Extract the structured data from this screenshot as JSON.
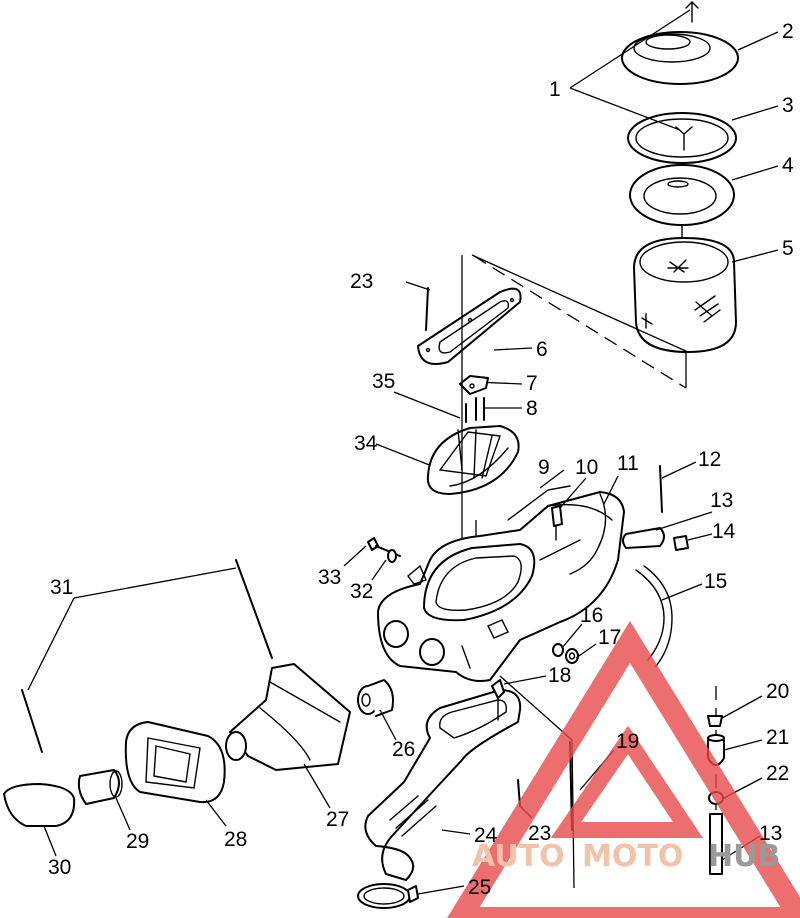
{
  "labels": [
    {
      "id": "1",
      "text": "1"
    },
    {
      "id": "2",
      "text": "2"
    },
    {
      "id": "3",
      "text": "3"
    },
    {
      "id": "4",
      "text": "4"
    },
    {
      "id": "5",
      "text": "5"
    },
    {
      "id": "6",
      "text": "6"
    },
    {
      "id": "7",
      "text": "7"
    },
    {
      "id": "8",
      "text": "8"
    },
    {
      "id": "9",
      "text": "9"
    },
    {
      "id": "10",
      "text": "10"
    },
    {
      "id": "11",
      "text": "11"
    },
    {
      "id": "12",
      "text": "12"
    },
    {
      "id": "13a",
      "text": "13"
    },
    {
      "id": "13b",
      "text": "13"
    },
    {
      "id": "14",
      "text": "14"
    },
    {
      "id": "15",
      "text": "15"
    },
    {
      "id": "16",
      "text": "16"
    },
    {
      "id": "17",
      "text": "17"
    },
    {
      "id": "18",
      "text": "18"
    },
    {
      "id": "19",
      "text": "19"
    },
    {
      "id": "20",
      "text": "20"
    },
    {
      "id": "21",
      "text": "21"
    },
    {
      "id": "22",
      "text": "22"
    },
    {
      "id": "23a",
      "text": "23"
    },
    {
      "id": "23b",
      "text": "23"
    },
    {
      "id": "24",
      "text": "24"
    },
    {
      "id": "25",
      "text": "25"
    },
    {
      "id": "26",
      "text": "26"
    },
    {
      "id": "27",
      "text": "27"
    },
    {
      "id": "28",
      "text": "28"
    },
    {
      "id": "29",
      "text": "29"
    },
    {
      "id": "30",
      "text": "30"
    },
    {
      "id": "31",
      "text": "31"
    },
    {
      "id": "32",
      "text": "32"
    },
    {
      "id": "33",
      "text": "33"
    },
    {
      "id": "34",
      "text": "34"
    },
    {
      "id": "35",
      "text": "35"
    }
  ],
  "watermark": {
    "part1": "AUTO",
    "part2": "MOTO",
    "part3": "HUB",
    "colors": {
      "logo": "#e84a4a",
      "auto": "#f3c2aa",
      "moto": "#f3c2aa",
      "hub": "#9a9a9a"
    }
  }
}
